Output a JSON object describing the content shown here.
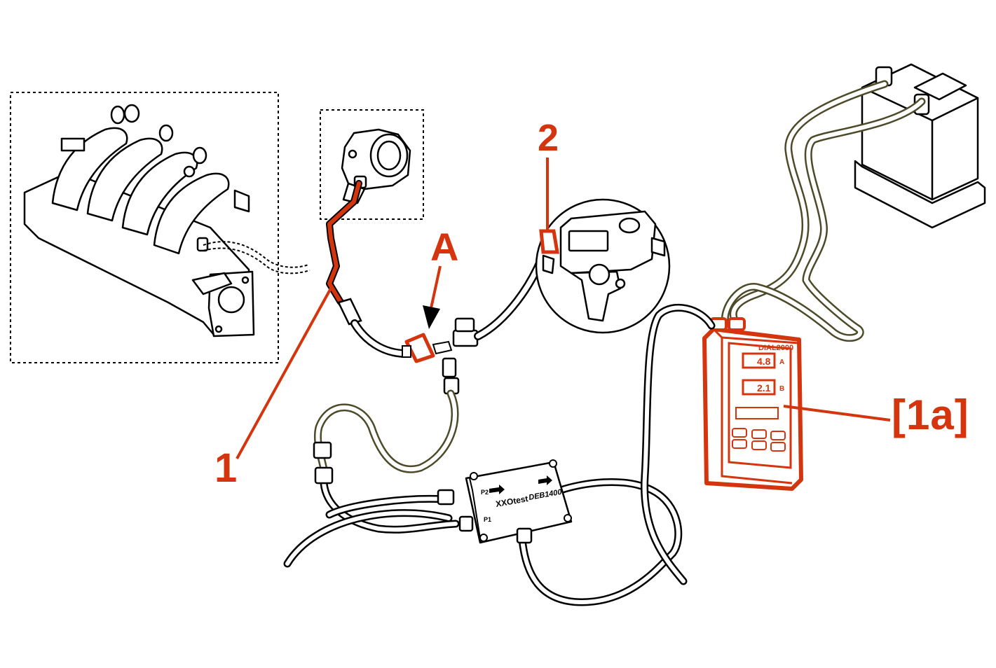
{
  "colors": {
    "callout": "#d4350f",
    "line": "#000000",
    "hose": "#4d4a2a",
    "background": "#ffffff"
  },
  "callouts": {
    "one": "1",
    "two": "2",
    "a": "A",
    "one_a": "[1a]"
  },
  "instrument": {
    "brand": "DIAL2000",
    "readout_a_value": "4.8",
    "readout_a_label": "A",
    "readout_b_value": "2.1",
    "readout_b_label": "B"
  },
  "sensor_box": {
    "brand": "XXOtest",
    "model": "DEB1400",
    "port_p2": "P2",
    "port_p1": "P1"
  }
}
